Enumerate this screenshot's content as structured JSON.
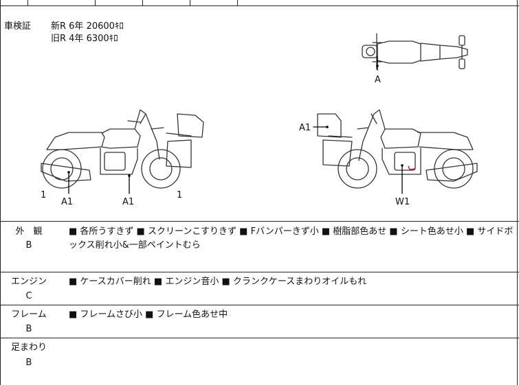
{
  "inspection": {
    "label": "車検証",
    "new_row": "新R  6年  20600ｷﾛ",
    "old_row": "旧R  4年    6300ｷﾛ"
  },
  "diagram": {
    "marks": [
      "A",
      "A1",
      "A1",
      "1",
      "1",
      "A1",
      "W1"
    ]
  },
  "conditions": [
    {
      "label": "外　観",
      "grade": "B",
      "text": "■ 各所うすきず ■ スクリーンこすりきず ■ Fバンパーきず小 ■ 樹脂部色あせ ■ シート色あせ小 ■ サイドボックス削れ小&一部ペイントむら"
    },
    {
      "label": "エンジン",
      "grade": "C",
      "text": "■ ケースカバー削れ ■ エンジン音小 ■ クランクケースまわりオイルもれ"
    },
    {
      "label": "フレーム",
      "grade": "B",
      "text": "■ フレームさび小 ■ フレーム色あせ中"
    },
    {
      "label": "足まわり",
      "grade": "B",
      "text": ""
    }
  ]
}
